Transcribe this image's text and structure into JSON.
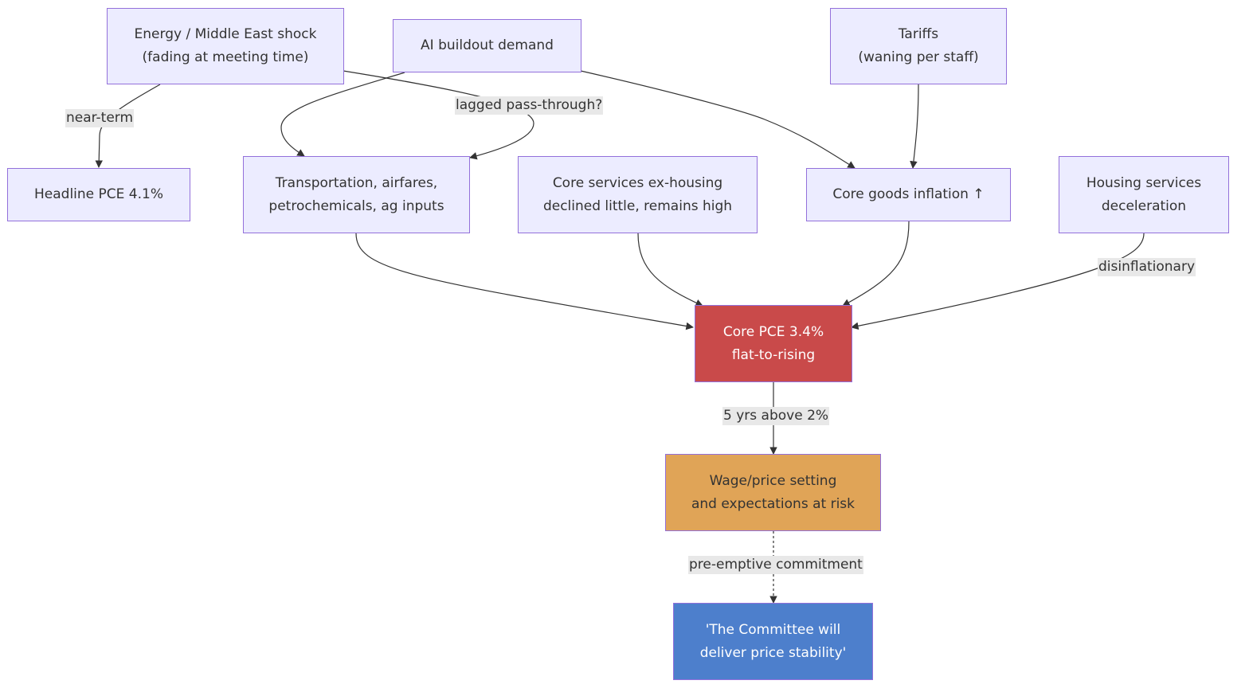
{
  "nodes": {
    "energy": "Energy / Middle East shock\n(fading at meeting time)",
    "ai": "AI buildout demand",
    "tariffs": "Tariffs\n(waning per staff)",
    "headline": "Headline PCE 4.1%",
    "transport": "Transportation, airfares,\npetrochemicals, ag inputs",
    "services": "Core services ex-housing\ndeclined little, remains high",
    "goods": "Core goods inflation ↑",
    "housing": "Housing services\ndeceleration",
    "core_pce": "Core PCE 3.4%\nflat-to-rising",
    "wage": "Wage/price setting\nand expectations at risk",
    "committee": "'The Committee will\ndeliver price stability'"
  },
  "edge_labels": {
    "near_term": "near-term",
    "lagged": "lagged pass-through?",
    "disinflationary": "disinflationary",
    "five_yrs": "5 yrs above 2%",
    "preemptive": "pre-emptive commitment"
  },
  "colors": {
    "node_fill": "#ececff",
    "node_border": "#9370db",
    "core_pce_fill": "#c94a4a",
    "wage_fill": "#e0a457",
    "committee_fill": "#4d7fcc",
    "edge": "#333333",
    "label_bg": "#e8e8e8"
  }
}
